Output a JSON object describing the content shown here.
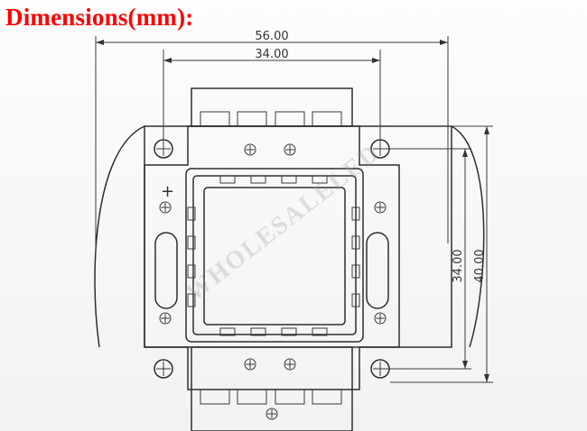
{
  "header": {
    "title": "Dimensions(mm):"
  },
  "dimensions": {
    "outer_width": "56.00",
    "inner_width": "34.00",
    "inner_height": "34.00",
    "outer_height": "40.00"
  },
  "labels": {
    "polarity": "+"
  },
  "watermark": "WHOLESALELED",
  "colors": {
    "title": "#ff0000",
    "line": "#2e2e2e"
  }
}
